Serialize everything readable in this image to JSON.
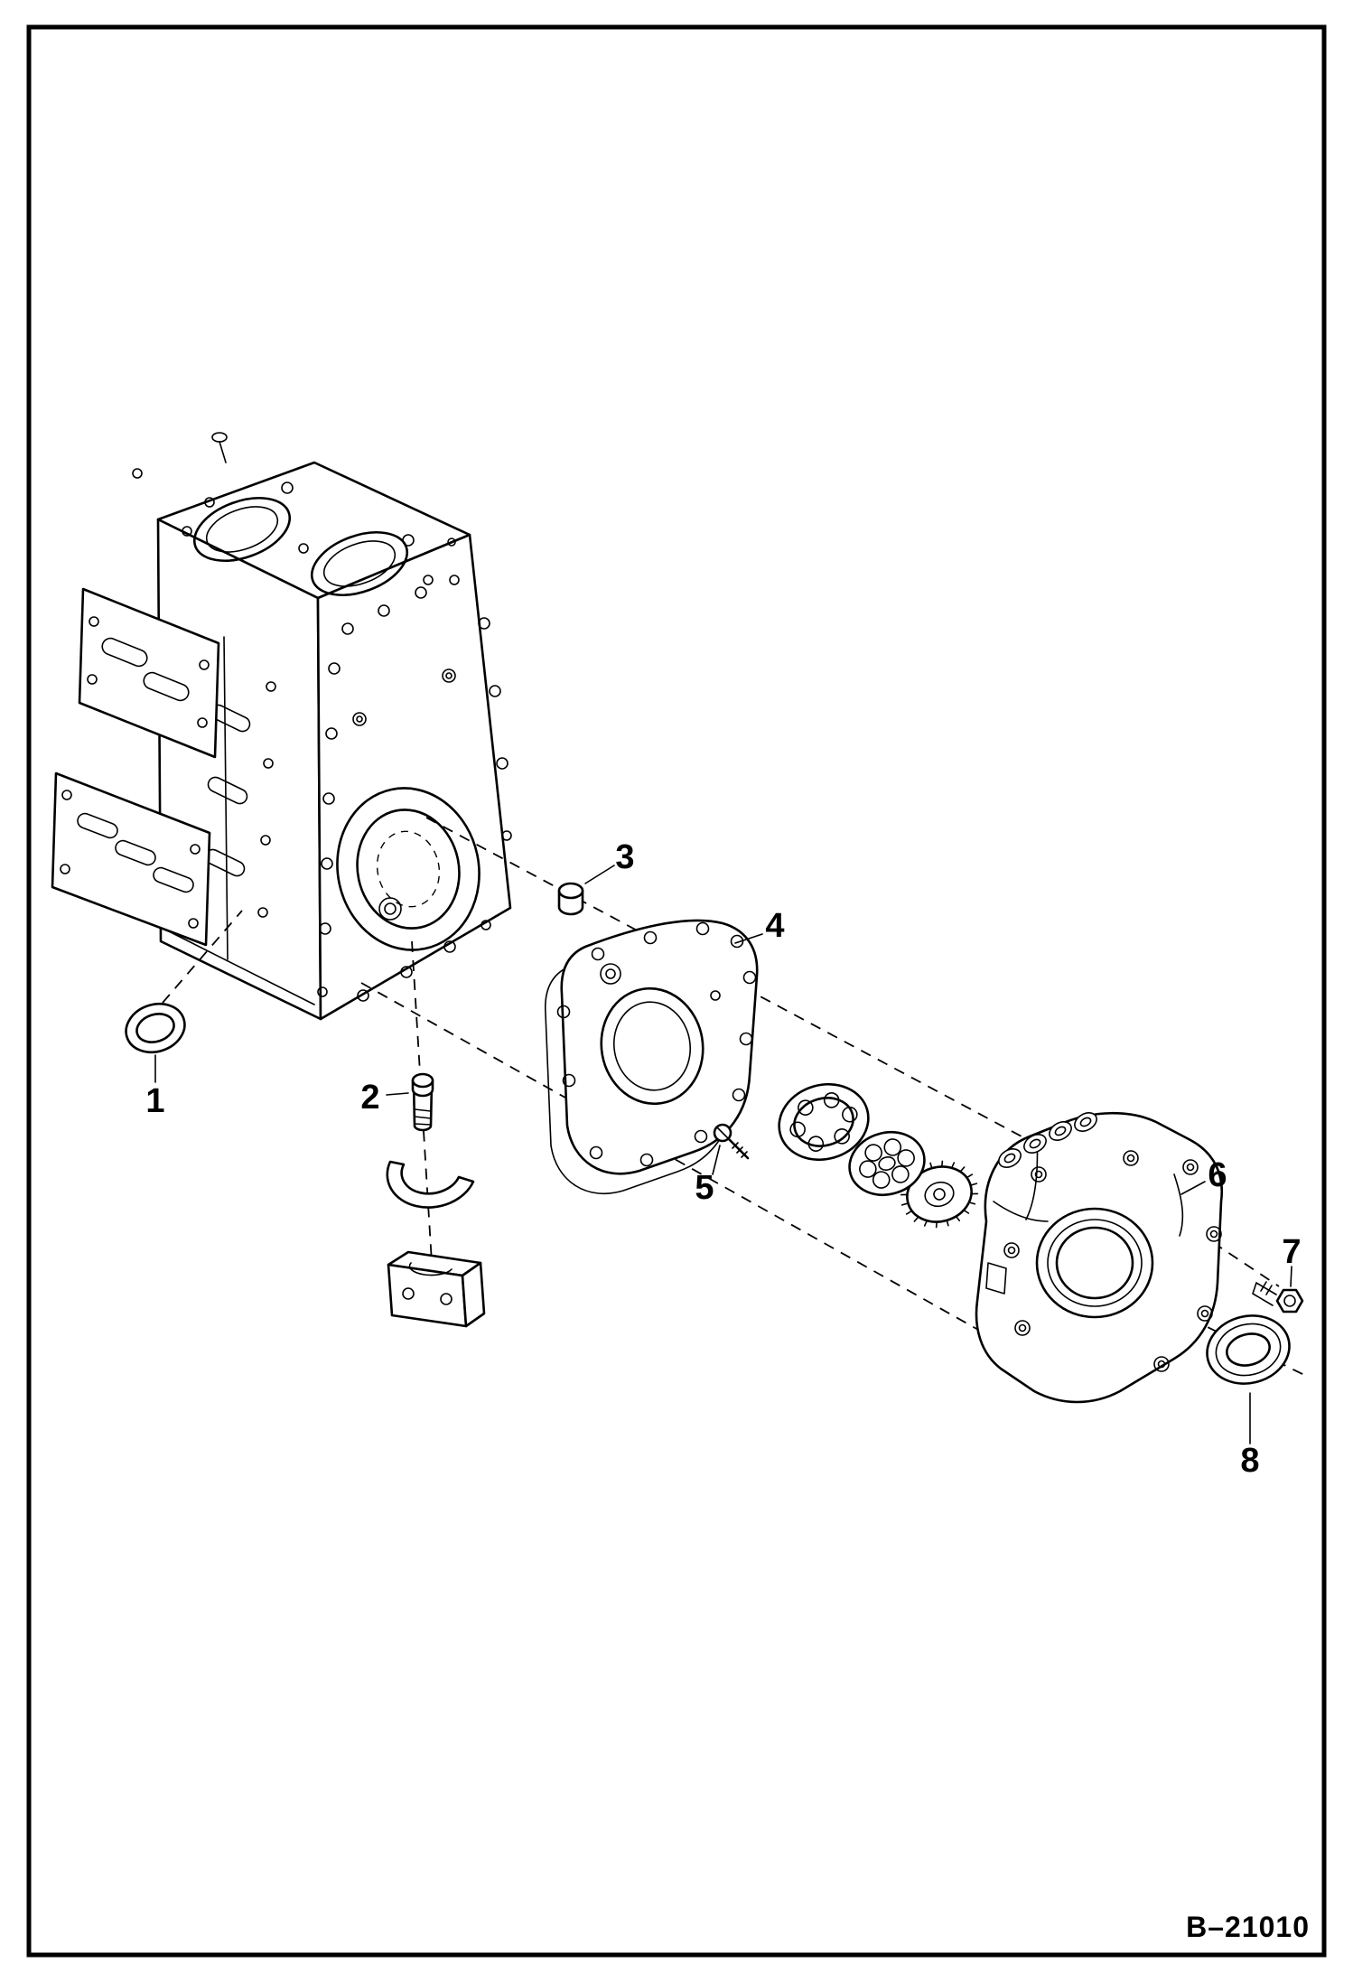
{
  "page": {
    "background": "#ffffff",
    "ink": "#000000",
    "figure_number": "B–21010"
  },
  "callouts": [
    {
      "label": "1"
    },
    {
      "label": "2"
    },
    {
      "label": "3"
    },
    {
      "label": "4"
    },
    {
      "label": "5"
    },
    {
      "label": "6"
    },
    {
      "label": "7"
    },
    {
      "label": "8"
    }
  ]
}
